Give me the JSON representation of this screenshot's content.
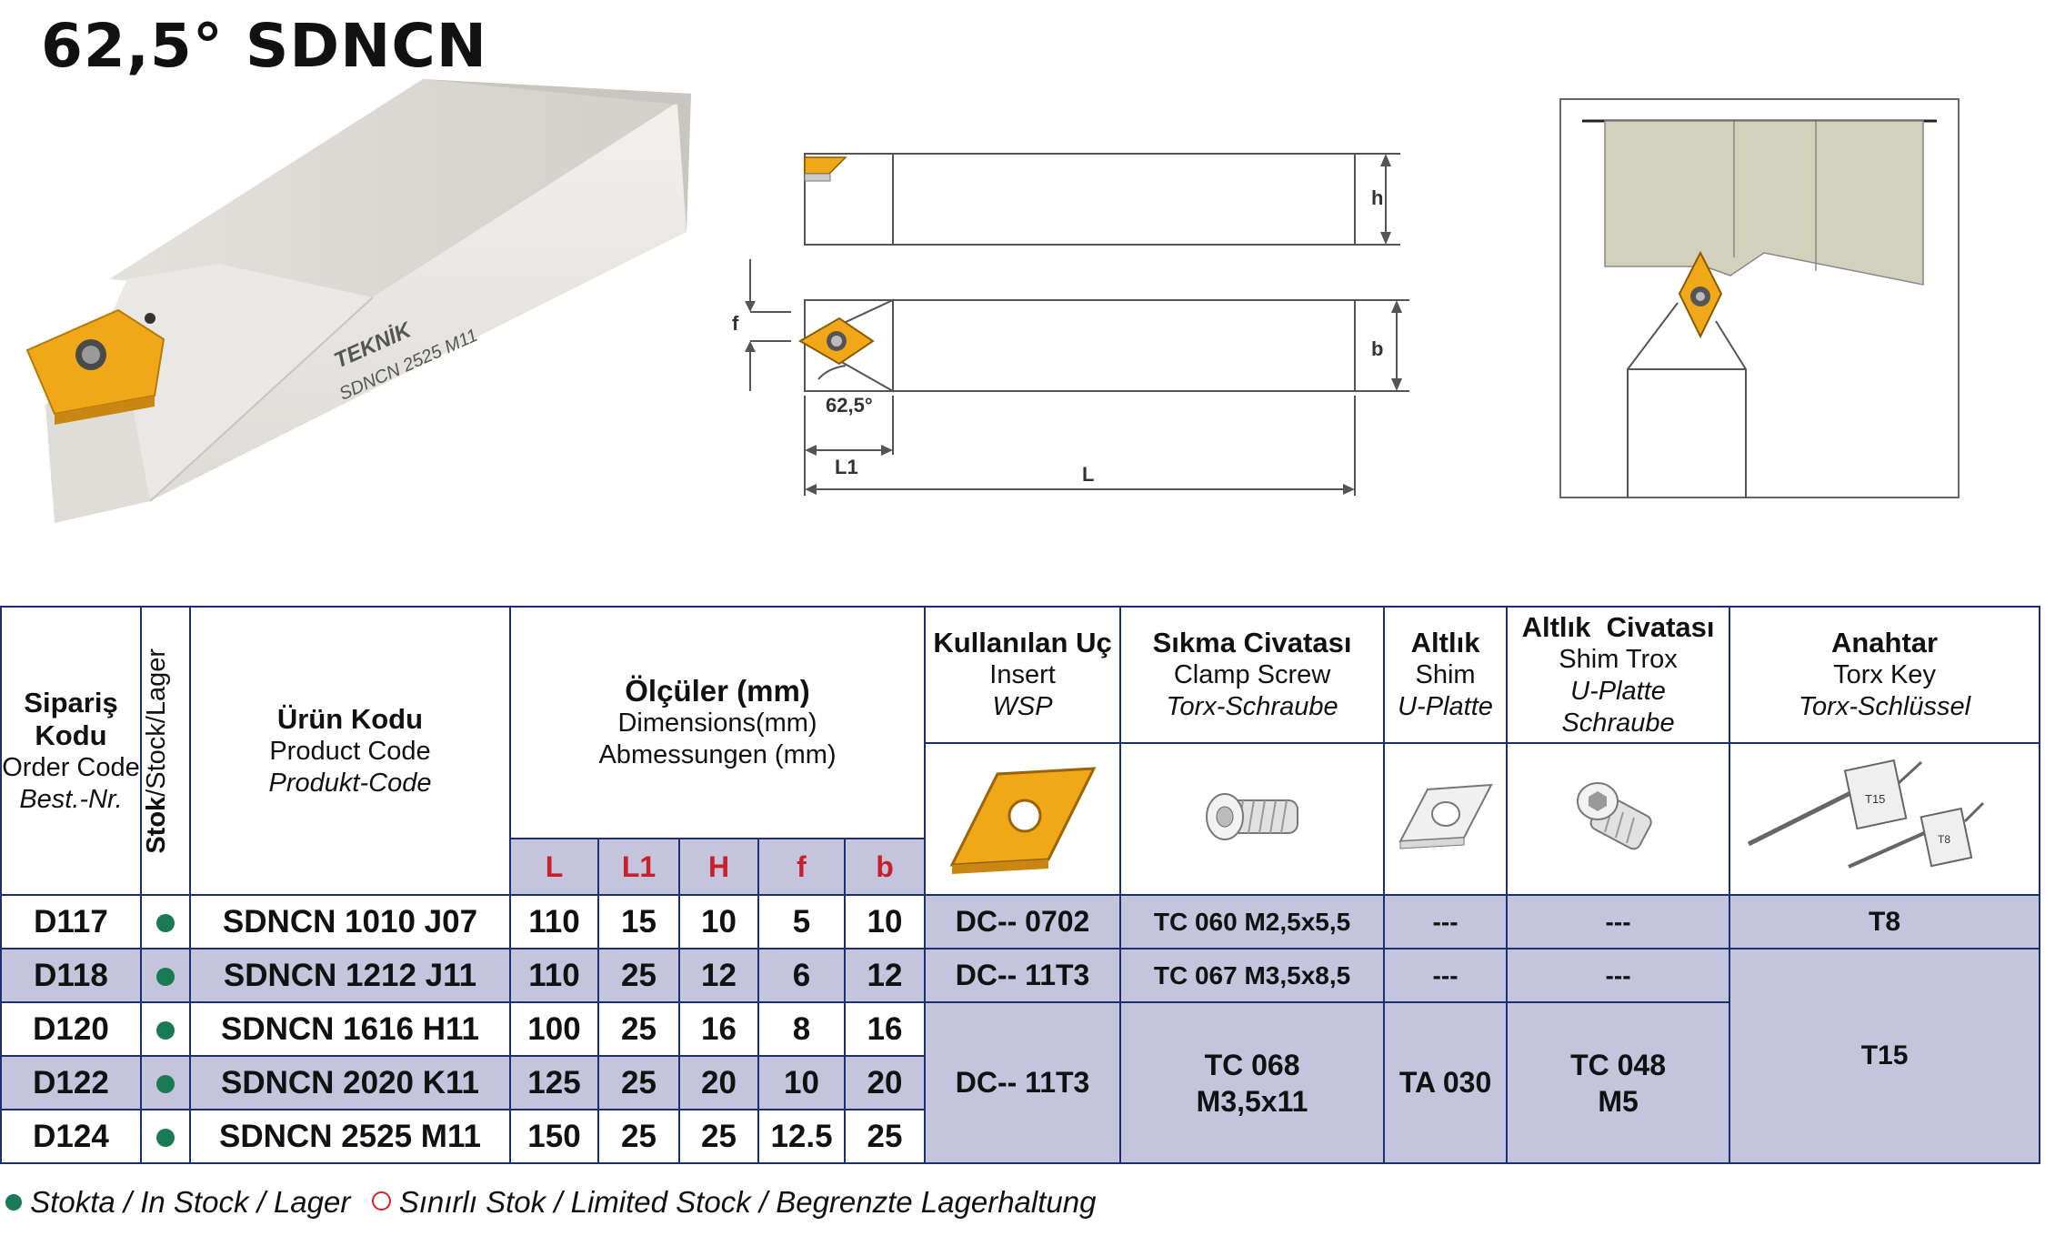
{
  "title": "62,5° SDNCN",
  "tool_engraving": {
    "brand": "TEKNİK",
    "model": "SDNCN 2525 M11"
  },
  "drawing_labels": {
    "h": "h",
    "b": "b",
    "f": "f",
    "angle": "62,5°",
    "L1": "L1",
    "L": "L"
  },
  "header": {
    "order": {
      "tr": "Sipariş Kodu",
      "en": "Order Code",
      "de": "Best.-Nr."
    },
    "stock": {
      "bold": "Stok",
      "rest": "/Stock/Lager"
    },
    "product": {
      "tr": "Ürün Kodu",
      "en": "Product Code",
      "de": "Produkt-Code"
    },
    "dims": {
      "tr": "Ölçüler (mm)",
      "en": "Dimensions(mm)",
      "de": "Abmessungen (mm)"
    },
    "insert": {
      "tr": "Kullanılan Uç",
      "en": "Insert",
      "de": "WSP"
    },
    "clamp": {
      "tr": "Sıkma Civatası",
      "en": "Clamp Screw",
      "de": "Torx-Schraube"
    },
    "shim": {
      "tr": "Altlık",
      "en": "Shim",
      "de": "U-Platte"
    },
    "shim_screw": {
      "tr": "Altlık  Civatası",
      "en": "Shim Trox",
      "de": "U-Platte Schraube"
    },
    "key": {
      "tr": "Anahtar",
      "en": "Torx Key",
      "de": "Torx-Schlüssel"
    },
    "dim_cols": [
      "L",
      "L1",
      "H",
      "f",
      "b"
    ]
  },
  "rows": [
    {
      "order": "D117",
      "product": "SDNCN 1010 J07",
      "L": "110",
      "L1": "15",
      "H": "10",
      "f": "5",
      "b": "10"
    },
    {
      "order": "D118",
      "product": "SDNCN 1212 J11",
      "L": "110",
      "L1": "25",
      "H": "12",
      "f": "6",
      "b": "12"
    },
    {
      "order": "D120",
      "product": "SDNCN 1616 H11",
      "L": "100",
      "L1": "25",
      "H": "16",
      "f": "8",
      "b": "16"
    },
    {
      "order": "D122",
      "product": "SDNCN 2020 K11",
      "L": "125",
      "L1": "25",
      "H": "20",
      "f": "10",
      "b": "20"
    },
    {
      "order": "D124",
      "product": "SDNCN 2525 M11",
      "L": "150",
      "L1": "25",
      "H": "25",
      "f": "12.5",
      "b": "25"
    }
  ],
  "parts": {
    "row1": {
      "insert": "DC-- 0702",
      "clamp": "TC 060 M2,5x5,5",
      "shim": "---",
      "shim_screw": "---",
      "key": "T8"
    },
    "row2": {
      "insert": "DC-- 11T3",
      "clamp": "TC 067 M3,5x8,5",
      "shim": "---",
      "shim_screw": "---"
    },
    "group": {
      "insert": "DC-- 11T3",
      "clamp_l1": "TC 068",
      "clamp_l2": "M3,5x11",
      "shim": "TA 030",
      "shim_screw_l1": "TC 048",
      "shim_screw_l2": "M5",
      "key": "T15"
    }
  },
  "key_labels": {
    "big": "T15",
    "small": "T8"
  },
  "legend": {
    "in_stock": "Stokta / In Stock / Lager",
    "limited": "Sınırlı Stok / Limited Stock / Begrenzte Lagerhaltung"
  },
  "colors": {
    "table_border": "#1c2f6e",
    "row_shade": "#c4c5dc",
    "dim_header_text": "#c8202a",
    "stock_dot": "#1a7a55",
    "insert_gold": "#f0a818"
  }
}
